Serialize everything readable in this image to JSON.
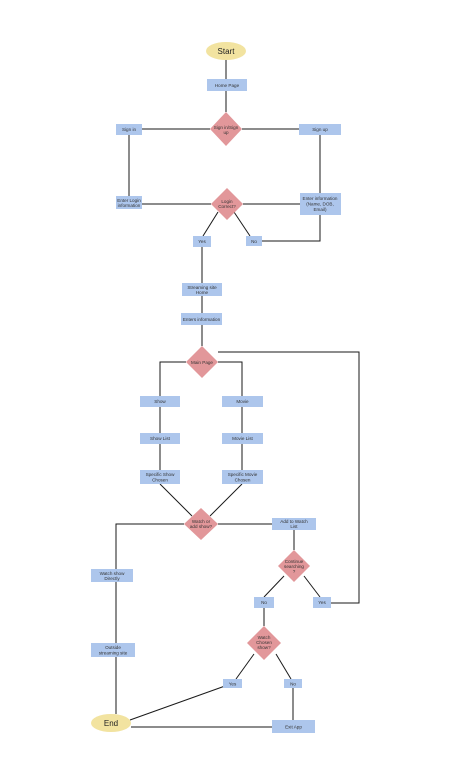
{
  "nodes": {
    "start": "Start",
    "home_page": "Home Page",
    "sign_in_or_up": [
      "Sign in/Sign",
      "up"
    ],
    "sign_in": "Sign in",
    "sign_up": "Sign up",
    "enter_login": [
      "Enter Login",
      "information"
    ],
    "login_correct": [
      "Login",
      "Correct?"
    ],
    "enter_information": [
      "Enter information",
      "(Name, DOB,",
      "Email)"
    ],
    "yes_1": "Yes",
    "no_1": "No",
    "streaming_site_home": [
      "Streaming site",
      "Home"
    ],
    "enters_information": "Enters information",
    "main_page": "Main Page",
    "show": "Show",
    "movie": "Movie",
    "show_list": "Show List",
    "movie_list": "Movie List",
    "specific_show": [
      "Specific Show",
      "Chosen"
    ],
    "specific_movie": [
      "Specific Movie",
      "Chosen"
    ],
    "watch_or_add": [
      "Watch or",
      "add show?"
    ],
    "add_to_watch_list": [
      "Add to Watch",
      "List"
    ],
    "watch_show_directly": [
      "Watch show",
      "Directly"
    ],
    "continue_searching": [
      "Continue",
      "searching",
      "?"
    ],
    "no_2": "No",
    "yes_2": "Yes",
    "outside_streaming_site": [
      "Outside",
      "streaming site"
    ],
    "watch_chosen_show": [
      "Watch",
      "Chosen",
      "show?"
    ],
    "yes_3": "Yes",
    "no_3": "No",
    "end": "End",
    "exit_app": "Exit App"
  },
  "colors": {
    "process_fill": "#adc6ec",
    "decision_fill": "#e2979a",
    "terminal_fill": "#f2e3a0",
    "line": "#1a1a1a"
  }
}
